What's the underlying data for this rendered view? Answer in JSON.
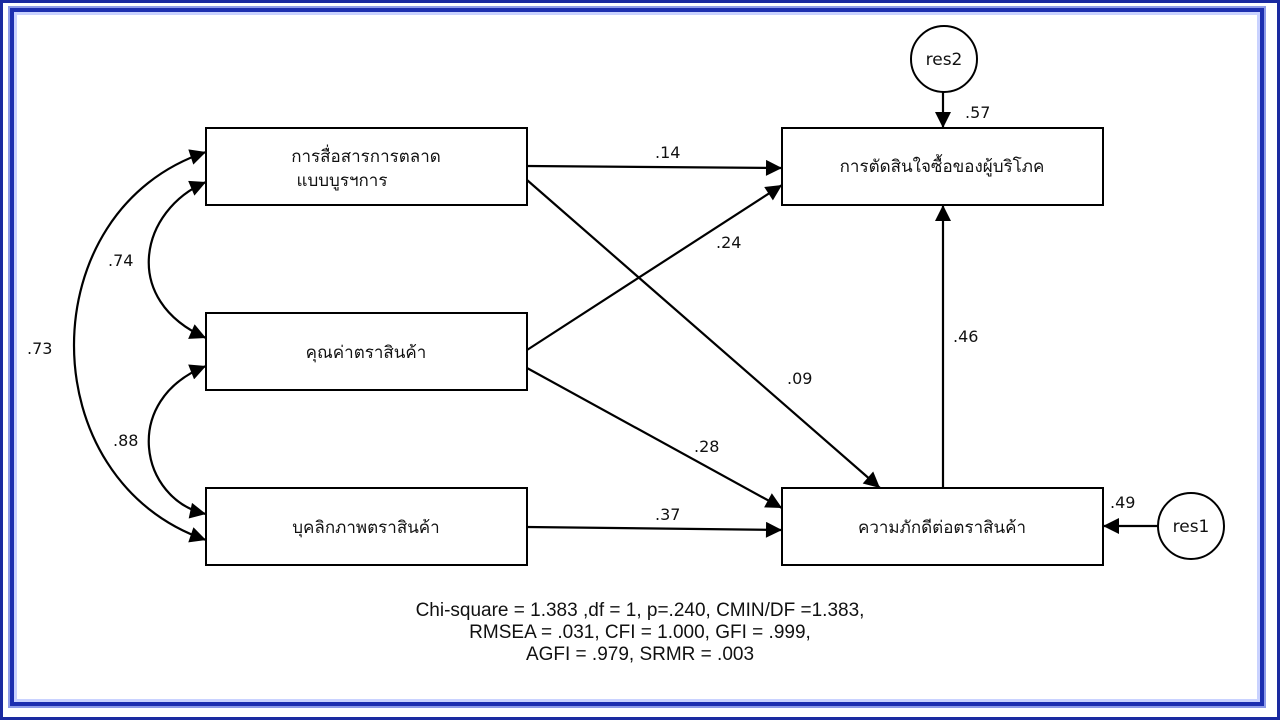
{
  "nodes": {
    "marketing": {
      "line1": "การสื่อสารการตลาด",
      "line2": "แบบบูรฯการ"
    },
    "brand_value": "คุณค่าตราสินค้า",
    "brand_personality": "บุคลิกภาพตราสินค้า",
    "purchase_decision": "การตัดสินใจซื้อของผู้บริโภค",
    "brand_loyalty": "ความภักดีต่อตราสินค้า",
    "res1": "res1",
    "res2": "res2"
  },
  "paths": {
    "marketing_to_decision": ".14",
    "value_to_decision": ".24",
    "marketing_to_loyalty": ".09",
    "value_to_loyalty": ".28",
    "personality_to_loyalty": ".37",
    "loyalty_to_decision": ".46",
    "res2_loading": ".57",
    "res1_loading": ".49"
  },
  "correlations": {
    "marketing_value": ".74",
    "value_personality": ".88",
    "marketing_personality": ".73"
  },
  "fit": {
    "line1": "Chi-square = 1.383 ,df = 1, p=.240, CMIN/DF =1.383,",
    "line2": "RMSEA = .031, CFI = 1.000, GFI = .999,",
    "line3": "AGFI = .979, SRMR = .003"
  }
}
